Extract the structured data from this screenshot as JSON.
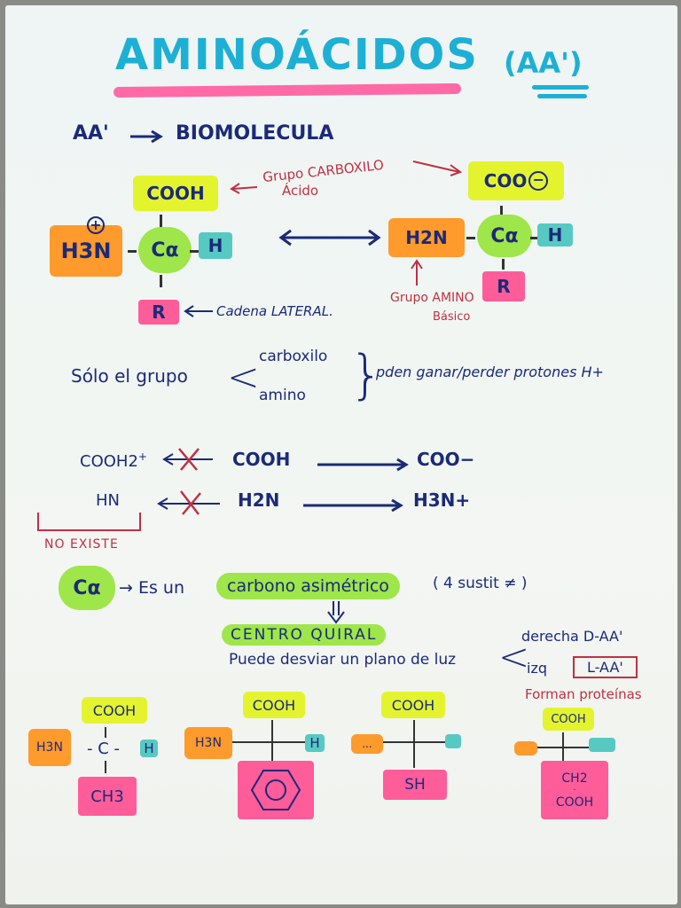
{
  "title": {
    "main": "AMINOÁCIDOS",
    "abbr": "(AA')"
  },
  "intro": {
    "left": "AA'",
    "right": "BIOMOLECULA"
  },
  "structure_left": {
    "cooh": "COOH",
    "nh3": "H3N",
    "charge": "+",
    "ca": "Cα",
    "h": "H",
    "r": "R"
  },
  "structure_right": {
    "coo": "COO",
    "charge": "−",
    "h2n": "H2N",
    "ca": "Cα",
    "h": "H",
    "r": "R"
  },
  "annotations": {
    "carboxilo": "Grupo CARBOXILO",
    "acido": "Ácido",
    "amino": "Grupo AMINO",
    "basico": "Básico",
    "cadena": "Cadena LATERAL."
  },
  "only_group": {
    "lead": "Sólo el grupo",
    "items": [
      "carboxilo",
      "amino"
    ],
    "tail": "pden ganar/perder protones H+"
  },
  "reactions": {
    "row1": {
      "left": "COOH2",
      "left_sup": "+",
      "mid": "COOH",
      "right": "COO−"
    },
    "row2": {
      "left": "HN",
      "mid": "H2N",
      "right": "H3N+"
    },
    "no_existe": "NO EXISTE"
  },
  "chiral": {
    "ca": "Cα",
    "text": "→ Es un",
    "highlight": "carbono asimétrico",
    "note": "( 4 sustit ≠ )",
    "centro": "CENTRO QUIRAL",
    "desviar": "Puede desviar un plano de luz",
    "derecha": "derecha  D-AA'",
    "izq": "izq",
    "laa": "L-AA'",
    "forman": "Forman proteínas"
  },
  "examples": [
    {
      "top": "COOH",
      "left": "H3N",
      "right": "H",
      "bottom": "CH3",
      "center": "- C -"
    },
    {
      "top": "COOH",
      "left": "H3N",
      "right": "H",
      "bottom": "⬡"
    },
    {
      "top": "COOH",
      "left": "...",
      "right": "",
      "bottom": "SH"
    },
    {
      "top": "COOH",
      "left": "",
      "right": "",
      "bottom1": "CH2",
      "bottom2": "COOH"
    }
  ],
  "colors": {
    "navy": "#1b2a78",
    "red": "#c03043",
    "yellow": "#e3f42e",
    "orange": "#ff9a2c",
    "green": "#9ee64a",
    "teal": "#57c9c3",
    "pink": "#ff5c9a",
    "title": "#1eb0d4"
  }
}
